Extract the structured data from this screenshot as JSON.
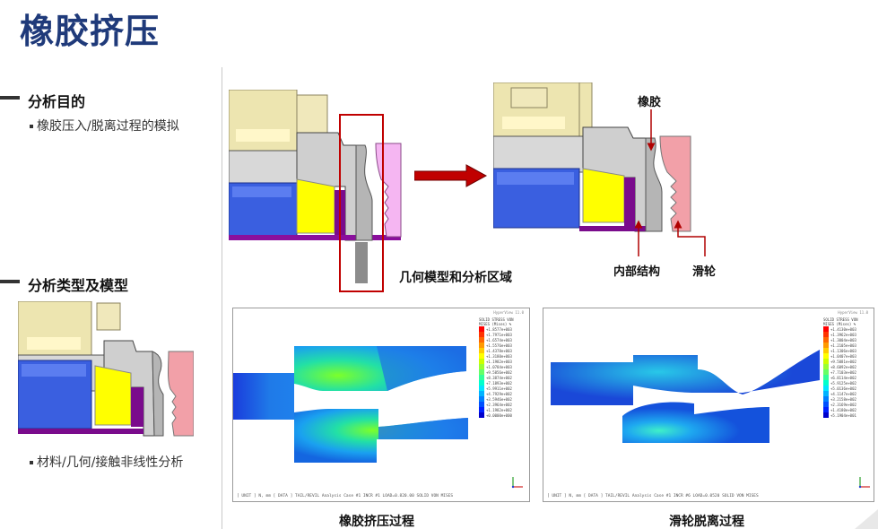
{
  "title": "橡胶挤压",
  "sections": {
    "purpose": {
      "heading": "分析目的",
      "bullet": "橡胶压入/脱离过程的模拟"
    },
    "type": {
      "heading": "分析类型及模型",
      "bullet": "材料/几何/接触非线性分析"
    }
  },
  "captions": {
    "geometry": "几何模型和分析区域",
    "squeeze": "橡胶挤压过程",
    "detach": "滑轮脱离过程"
  },
  "callouts": {
    "rubber": "橡胶",
    "inner": "内部结构",
    "pulley": "滑轮"
  },
  "fea": {
    "left": {
      "header": "HyperView 11.0",
      "legend_title": "SOLID STRESS VON MISES (Mises) %",
      "legend_values": [
        "+1.8577e+003",
        "+1.7971e+003",
        "+1.6574e+003",
        "+1.5576e+003",
        "+1.4378e+003",
        "+1.3180e+003",
        "+1.1982e+003",
        "+1.0784e+003",
        "+9.5856e+002",
        "+8.3874e+002",
        "+7.1893e+002",
        "+5.9911e+002",
        "+4.7929e+002",
        "+3.5946e+002",
        "+2.3964e+002",
        "+1.1982e+002",
        "+0.0000e+000"
      ],
      "footer": "[ UNIT ] N,  mm     [ DATA ] TAIL/REVIL Analysis Case #1    INCR #1  LOAD=0.820.00    SOLID VON MISES"
    },
    "right": {
      "header": "HyperView 11.0",
      "legend_title": "SOLID STRESS VON MISES (Mises) %",
      "legend_values": [
        "+1.4130e+003",
        "+1.3962e+003",
        "+1.3004e+003",
        "+1.2105e+003",
        "+1.1306e+003",
        "+1.0407e+003",
        "+9.5081e+002",
        "+8.6092e+002",
        "+7.7103e+002",
        "+6.8114e+002",
        "+5.9125e+002",
        "+5.0136e+002",
        "+4.1147e+002",
        "+3.2158e+002",
        "+2.3169e+002",
        "+1.4180e+002",
        "+5.1904e+001"
      ],
      "footer": "[ UNIT ] N,  mm     [ DATA ] TAIL/REVIL Analysis Case #1    INCR #6  LOAD=0.0520    SOLID VON MISES"
    }
  },
  "colors": {
    "title": "#1f3a7a",
    "arrow": "#c00000",
    "callout_arrow": "#b00000",
    "legend": [
      "#ff0000",
      "#ff3300",
      "#ff6600",
      "#ff9900",
      "#ffcc00",
      "#ffff00",
      "#ccff00",
      "#99ff33",
      "#66ff66",
      "#33ff99",
      "#00ffcc",
      "#00e5ff",
      "#00b3ff",
      "#0080ff",
      "#0050ff",
      "#0020ff",
      "#0000cc"
    ]
  }
}
